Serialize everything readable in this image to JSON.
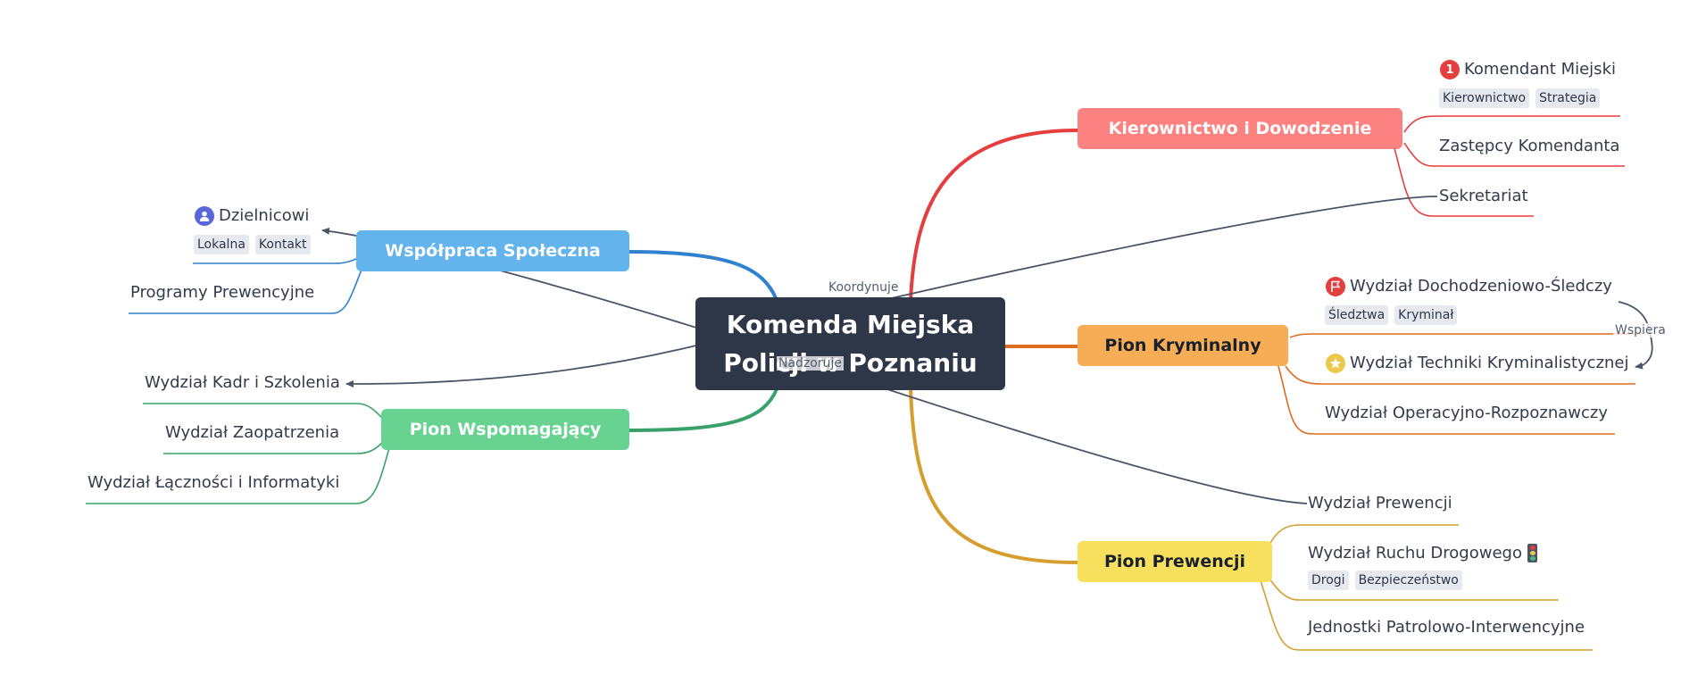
{
  "root": {
    "label": "Komenda Miejska Policji w Poznaniu"
  },
  "branches": {
    "kierownictwo": {
      "label": "Kierownictwo i Dowodzenie",
      "color": "#fc8181",
      "line_color": "#e53e3e",
      "children": [
        {
          "label": "Komendant Miejski",
          "icon": "priority-1-icon",
          "icon_text": "1",
          "tags": [
            "Kierownictwo",
            "Strategia"
          ]
        },
        {
          "label": "Zastępcy Komendanta"
        },
        {
          "label": "Sekretariat"
        }
      ]
    },
    "kryminalny": {
      "label": "Pion Kryminalny",
      "color": "#f6ad55",
      "line_color": "#dd6b20",
      "children": [
        {
          "label": "Wydział Dochodzeniowo-Śledczy",
          "icon": "flag-icon",
          "tags": [
            "Śledztwa",
            "Kryminał"
          ]
        },
        {
          "label": "Wydział Techniki Kryminalistycznej",
          "icon": "star-icon"
        },
        {
          "label": "Wydział Operacyjno-Rozpoznawczy"
        }
      ]
    },
    "prewencji": {
      "label": "Pion Prewencji",
      "color": "#f6e05e",
      "line_color": "#d69e2e",
      "children": [
        {
          "label": "Wydział Prewencji"
        },
        {
          "label": "Wydział Ruchu Drogowego",
          "icon": "traffic-light-icon",
          "tags": [
            "Drogi",
            "Bezpieczeństwo"
          ]
        },
        {
          "label": "Jednostki Patrolowo-Interwencyjne"
        }
      ]
    },
    "wspolpraca": {
      "label": "Współpraca Społeczna",
      "color": "#63b3ed",
      "line_color": "#3182ce",
      "children": [
        {
          "label": "Dzielnicowi",
          "icon": "person-icon",
          "tags": [
            "Lokalna",
            "Kontakt"
          ]
        },
        {
          "label": "Programy Prewencyjne"
        }
      ]
    },
    "wspomagajacy": {
      "label": "Pion Wspomagający",
      "color": "#68d391",
      "line_color": "#38a169",
      "children": [
        {
          "label": "Wydział Kadr i Szkolenia"
        },
        {
          "label": "Wydział Zaopatrzenia"
        },
        {
          "label": "Wydział Łączności i Informatyki"
        }
      ]
    }
  },
  "relations": [
    {
      "label": "Koordynuje",
      "from": "Sekretariat",
      "to": "Wydział Kadr i Szkolenia"
    },
    {
      "label": "Nadzoruje",
      "from": "Wydział Prewencji",
      "to": "Dzielnicowi"
    },
    {
      "label": "Wspiera",
      "from": "Wydział Dochodzeniowo-Śledczy",
      "to": "Wydział Techniki Kryminalistycznej"
    }
  ],
  "relation_color": "#4a5568"
}
